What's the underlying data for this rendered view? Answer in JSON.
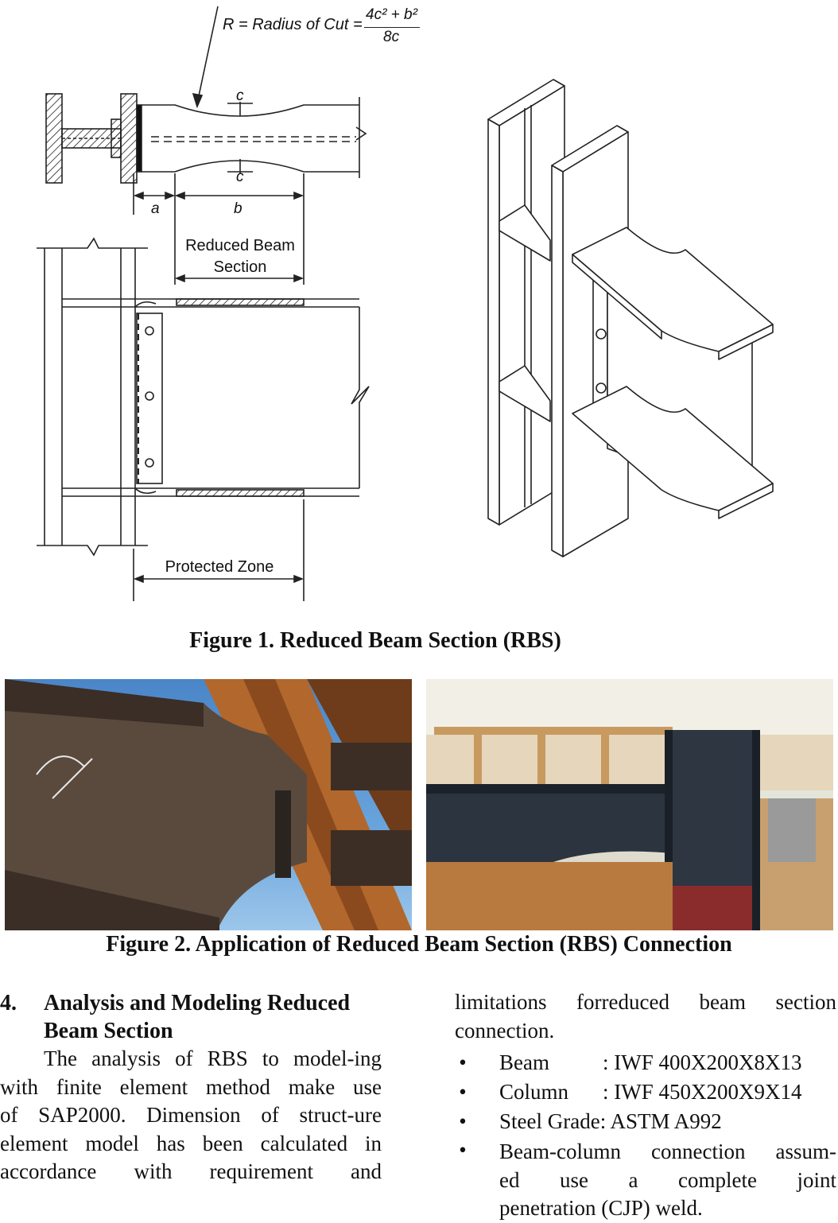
{
  "figure1": {
    "formula_lhs": "R = Radius of Cut =",
    "formula_num": "4c² + b²",
    "formula_den": "8c",
    "label_c": "c",
    "label_a": "a",
    "label_b": "b",
    "rbs_label_line1": "Reduced Beam",
    "rbs_label_line2": "Section",
    "protected_zone": "Protected Zone",
    "caption": "Figure 1. Reduced Beam Section (RBS)"
  },
  "figure2": {
    "caption": "Figure 2. Application of Reduced Beam Section (RBS) Connection"
  },
  "section": {
    "number": "4.",
    "title_line1": "Analysis and Modeling Reduced",
    "title_line2": "Beam Section",
    "para_lines": [
      "The analysis of RBS to model-ing",
      "with finite element method make use",
      "of SAP2000. Dimension of struct-ure",
      "element model has been calculated in",
      "accordance with requirement and"
    ],
    "right_intro_line1": "limitations forreduced beam section",
    "right_intro_line2": "connection.",
    "bullets": [
      {
        "label": "Beam",
        "value": ": IWF 400X200X8X13"
      },
      {
        "label": "Column",
        "value": ": IWF 450X200X9X14"
      },
      {
        "text": "Steel Grade: ASTM A992"
      },
      {
        "text_lines": [
          "Beam-column connection assum-",
          "ed use a complete joint",
          "penetration (CJP) weld."
        ]
      }
    ],
    "bullet_symbol": "•"
  }
}
